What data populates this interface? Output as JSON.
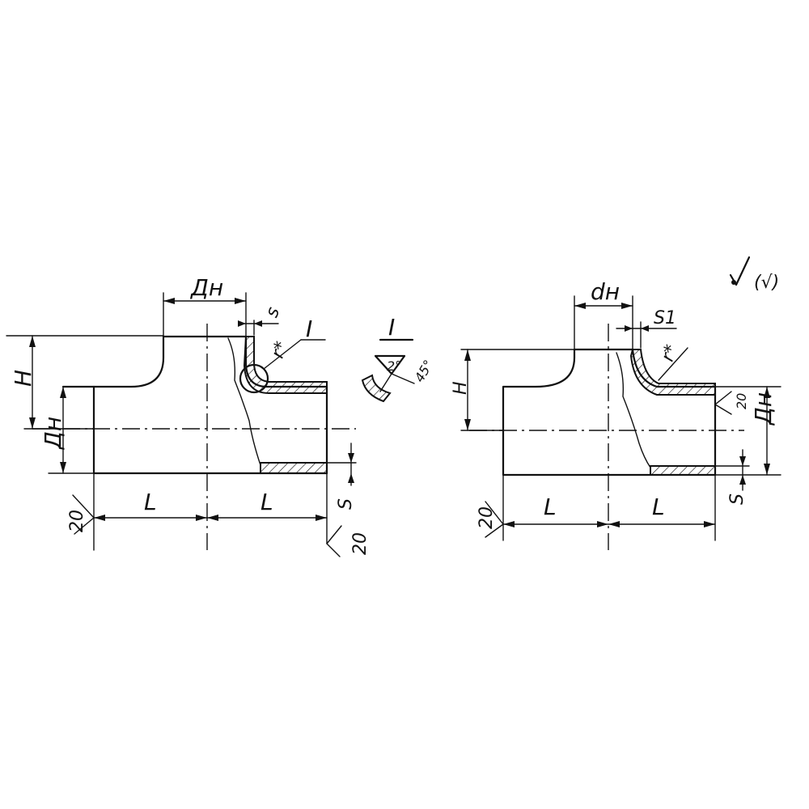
{
  "surface_mark": {
    "main": "√",
    "paren": "(√)"
  },
  "left_view": {
    "dn_label": "Дн",
    "s_top_label": "s",
    "r_label": "r*",
    "detail_mark": "I",
    "h_label": "H",
    "dn_side_label": "Дн",
    "l_left_label": "L",
    "l_right_label": "L",
    "s_bottom_label": "S",
    "bevel_left": "20",
    "bevel_right": "20"
  },
  "detail_view": {
    "title": "I",
    "angle_a": "2°",
    "angle_b": "45°"
  },
  "right_view": {
    "dn_label": "dн",
    "s1_label": "S1",
    "r_label": "r*",
    "h_label": "H",
    "dn_side_label": "Дн",
    "l_left_label": "L",
    "l_right_label": "L",
    "s_bottom_label": "S",
    "bevel_left": "20",
    "bevel_right": "20"
  }
}
